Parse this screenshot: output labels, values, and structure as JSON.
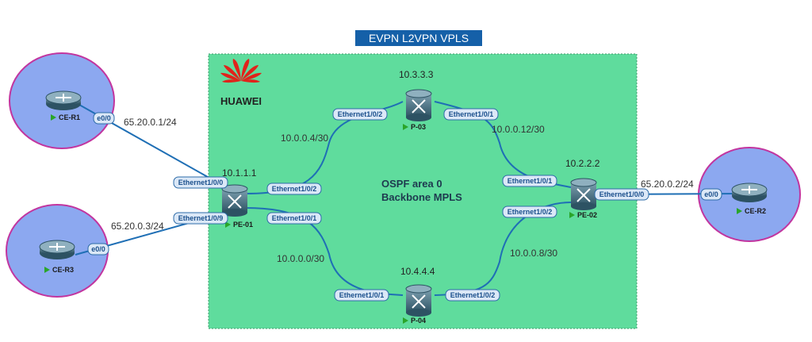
{
  "title": "EVPN L2VPN VPLS",
  "brand": {
    "name": "HUAWEI",
    "color": "#e0231b"
  },
  "area_label": {
    "line1": "OSPF area 0",
    "line2": "Backbone MPLS"
  },
  "colors": {
    "area_fill": "#5fdc9d",
    "site_fill": "#8ca8f0",
    "site_stroke": "#c2359f",
    "link": "#1f6fb5",
    "title_bg": "#1560a8",
    "router_body": "#3d6576",
    "label_stroke": "#2d6ba8",
    "label_fill": "#dbe8f7",
    "label_text": "#1a4f8c",
    "play": "#2aa52a"
  },
  "devices": [
    {
      "id": "ce-r1",
      "name": "CE-R1",
      "ip": "",
      "type": "router"
    },
    {
      "id": "ce-r3",
      "name": "CE-R3",
      "ip": "",
      "type": "router"
    },
    {
      "id": "ce-r2",
      "name": "CE-R2",
      "ip": "",
      "type": "router"
    },
    {
      "id": "pe-01",
      "name": "PE-01",
      "ip": "10.1.1.1",
      "type": "switch-router"
    },
    {
      "id": "p-03",
      "name": "P-03",
      "ip": "10.3.3.3",
      "type": "switch-router"
    },
    {
      "id": "p-04",
      "name": "P-04",
      "ip": "10.4.4.4",
      "type": "switch-router"
    },
    {
      "id": "pe-02",
      "name": "PE-02",
      "ip": "10.2.2.2",
      "type": "switch-router"
    }
  ],
  "links": [
    {
      "from": "ce-r1",
      "to": "pe-01",
      "subnet": "65.20.0.1/24",
      "from_if": "e0/0",
      "to_if": "Ethernet1/0/0"
    },
    {
      "from": "ce-r3",
      "to": "pe-01",
      "subnet": "65.20.0.3/24",
      "from_if": "e0/0",
      "to_if": "Ethernet1/0/9"
    },
    {
      "from": "pe-01",
      "to": "p-03",
      "subnet": "10.0.0.4/30",
      "from_if": "Ethernet1/0/2",
      "to_if": "Ethernet1/0/2"
    },
    {
      "from": "pe-01",
      "to": "p-04",
      "subnet": "10.0.0.0/30",
      "from_if": "Ethernet1/0/1",
      "to_if": "Ethernet1/0/1"
    },
    {
      "from": "p-03",
      "to": "pe-02",
      "subnet": "10.0.0.12/30",
      "from_if": "Ethernet1/0/1",
      "to_if": "Ethernet1/0/1"
    },
    {
      "from": "p-04",
      "to": "pe-02",
      "subnet": "10.0.0.8/30",
      "from_if": "Ethernet1/0/2",
      "to_if": "Ethernet1/0/2"
    },
    {
      "from": "pe-02",
      "to": "ce-r2",
      "subnet": "65.20.0.2/24",
      "from_if": "Ethernet1/0/0",
      "to_if": "e0/0"
    }
  ]
}
